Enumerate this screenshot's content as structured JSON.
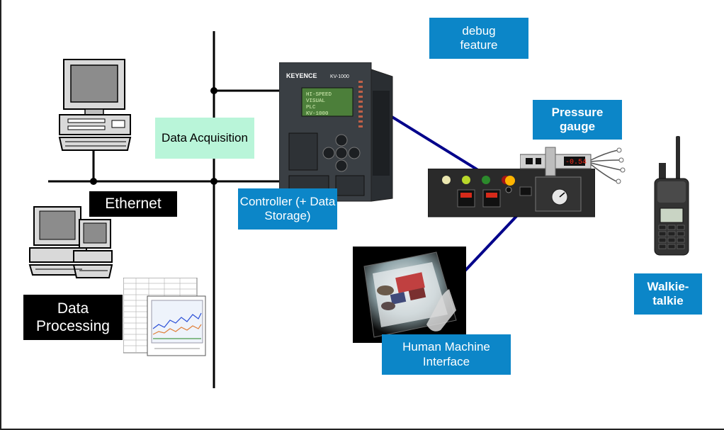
{
  "labels": {
    "ethernet": "Ethernet",
    "data_acquisition": "Data Acquisition",
    "controller": "Controller (+ Data Storage)",
    "debug_feature": "debug feature",
    "pressure_gauge": "Pressure gauge",
    "walkie_talkie": "Walkie-talkie",
    "hmi": "Human Machine Interface",
    "data_processing": "Data Processing"
  },
  "plc": {
    "brand": "KEYENCE",
    "model": "KV-1000",
    "screen_lines": [
      "HI-SPEED",
      "VISUAL",
      "PLC",
      "KV-1000"
    ]
  },
  "gauge": {
    "readout": "-0.54"
  },
  "colors": {
    "label_blue": "#0c86c8",
    "label_mint": "#b9f5d9",
    "label_black": "#000000",
    "link_navy": "#00008b"
  }
}
